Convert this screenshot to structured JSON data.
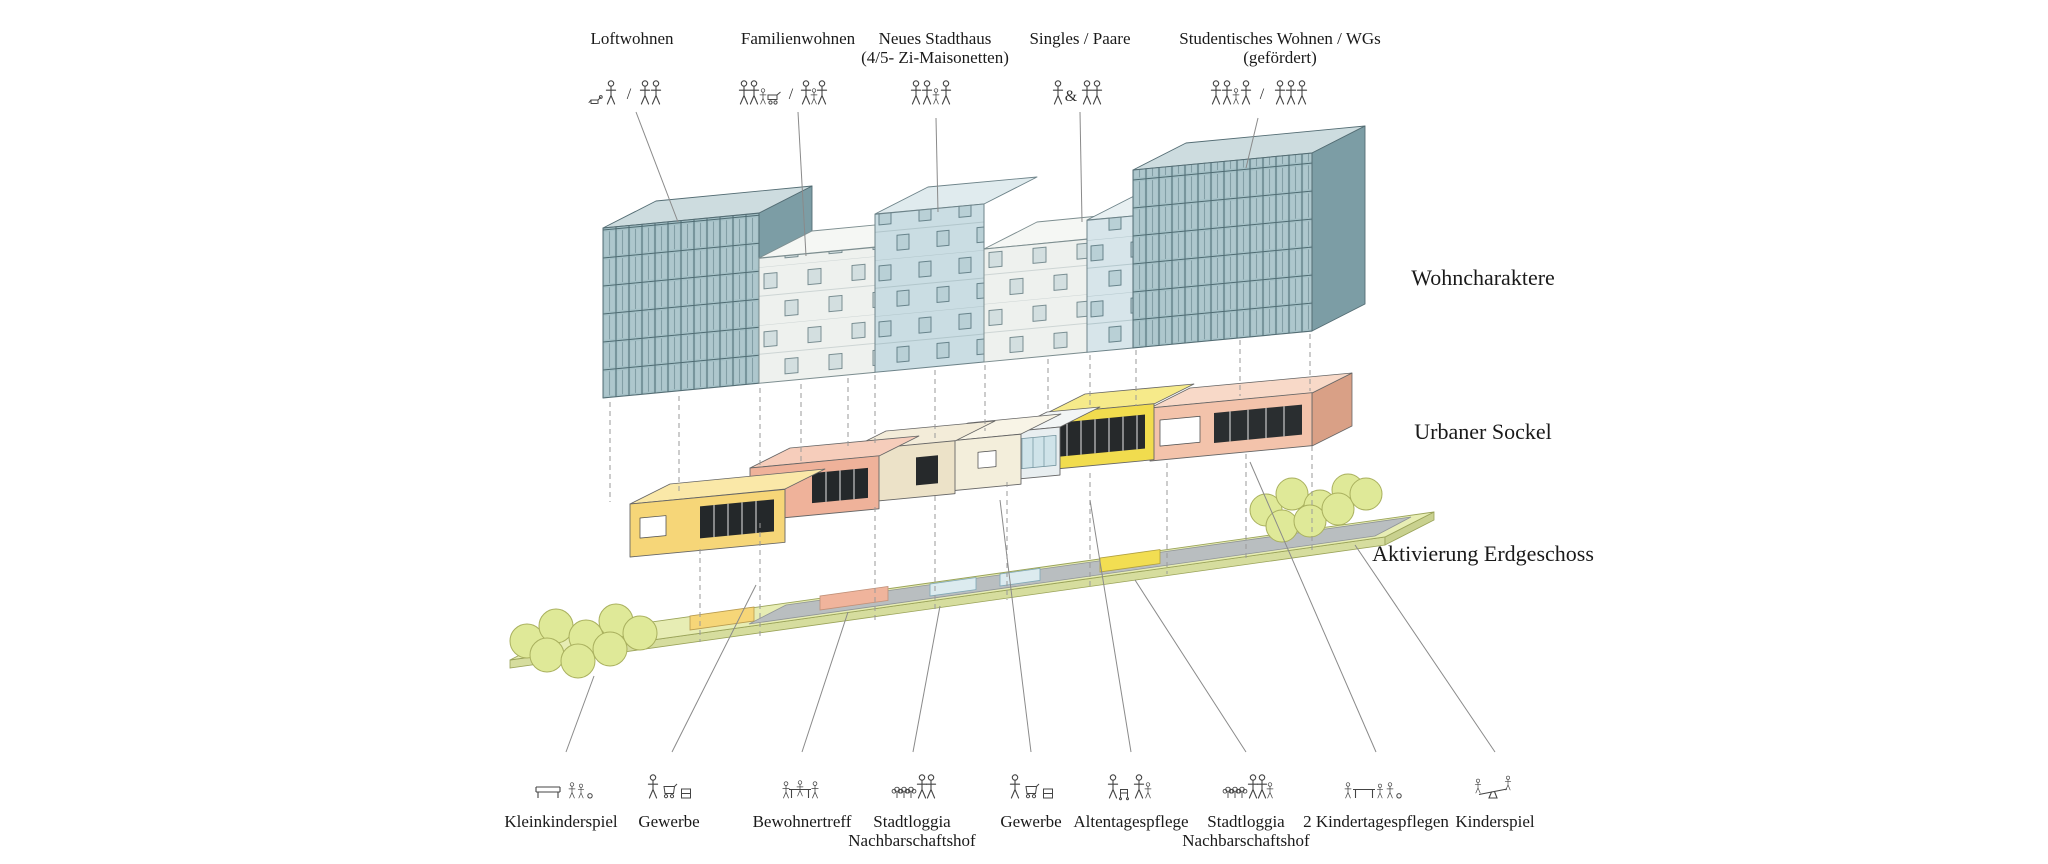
{
  "colors": {
    "facade_teal": "#a4c0c6",
    "roof_teal": "#cddcdf",
    "side_teal": "#7c9da5",
    "facade_light": "#eef1ee",
    "roof_light": "#f5f7f4",
    "facade_blue": "#cadde3",
    "roof_blue": "#e0ebee",
    "facade_paleblue": "#d7e5ea",
    "roof_paleblue": "#e8f0f2",
    "sockel_yellow": "#f6d678",
    "sockel_yellow_roof": "#fae8a8",
    "sockel_salmon": "#efb29a",
    "sockel_salmon_roof": "#f6cdbb",
    "sockel_cream": "#ece2c8",
    "sockel_cream_roof": "#f3ecd9",
    "sockel_cream2": "#f3eedb",
    "sockel_cream2_roof": "#f8f4e6",
    "sockel_glazed": "#e8eef0",
    "sockel_glazed_roof": "#f2f5f5",
    "sockel_yellow2": "#f1dc4e",
    "sockel_yellow2_roof": "#f6ea8a",
    "sockel_salmon2": "#f3c3ab",
    "sockel_salmon2_roof": "#f8d9c8",
    "sockel_salmon2_side": "#d9a086",
    "plate": "#e7edb4",
    "plate_edge": "#d6dd9e",
    "plate_side": "#c9d18f",
    "walkway": "#b9bec0",
    "tree": "#dfe998",
    "tree_stroke": "#a9b05e",
    "patch_yellow": "#f6d678",
    "patch_salmon": "#f0b49c",
    "patch_blue": "#dcebef",
    "patch_yellow2": "#f2de52",
    "line": "#8a8a8a",
    "ink": "#1a1a1a"
  },
  "top_groups": [
    {
      "label": "Loftwohnen",
      "label2": "",
      "separator": "/",
      "icons": [
        "person-with-dog-icon",
        "couple-icon"
      ]
    },
    {
      "label": "Familienwohnen",
      "label2": "",
      "separator": "/",
      "icons": [
        "family-with-pram-icon",
        "couple-with-child-icon"
      ]
    },
    {
      "label": "Neues Stadthaus",
      "label2": "(4/5- Zi-Maisonetten)",
      "separator": "",
      "icons": [
        "family-group-icon"
      ]
    },
    {
      "label": "Singles / Paare",
      "label2": "",
      "separator": "&",
      "icons": [
        "single-person-icon",
        "couple-icon"
      ]
    },
    {
      "label": "Studentisches Wohnen / WGs",
      "label2": "(gefördert)",
      "separator": "/",
      "icons": [
        "student-group-icon",
        "student-group-icon"
      ]
    }
  ],
  "layer_labels": [
    {
      "label": "Wohncharaktere",
      "label2": ""
    },
    {
      "label": "Urbaner Sockel",
      "label2": ""
    },
    {
      "label": "Aktivierung",
      "label2": "Erdgeschoss"
    }
  ],
  "bottom_groups": [
    {
      "label": "Kleinkinderspiel",
      "label2": "",
      "icon": "bench-children-icon"
    },
    {
      "label": "Gewerbe",
      "label2": "",
      "icon": "shopping-cart-icon"
    },
    {
      "label": "Bewohnertreff",
      "label2": "",
      "icon": "people-at-table-icon"
    },
    {
      "label": "Stadtloggia",
      "label2": "Nachbarschaftshof",
      "icon": "plants-people-icon"
    },
    {
      "label": "Gewerbe",
      "label2": "",
      "icon": "shopping-cart-icon"
    },
    {
      "label": "Altentagespflege",
      "label2": "",
      "icon": "elderly-care-icon"
    },
    {
      "label": "Stadtloggia",
      "label2": "Nachbarschaftshof",
      "icon": "plants-people-icon"
    },
    {
      "label": "2 Kindertagespflegen",
      "label2": "",
      "icon": "children-table-icon"
    },
    {
      "label": "Kinderspiel",
      "label2": "",
      "icon": "seesaw-icon"
    }
  ]
}
